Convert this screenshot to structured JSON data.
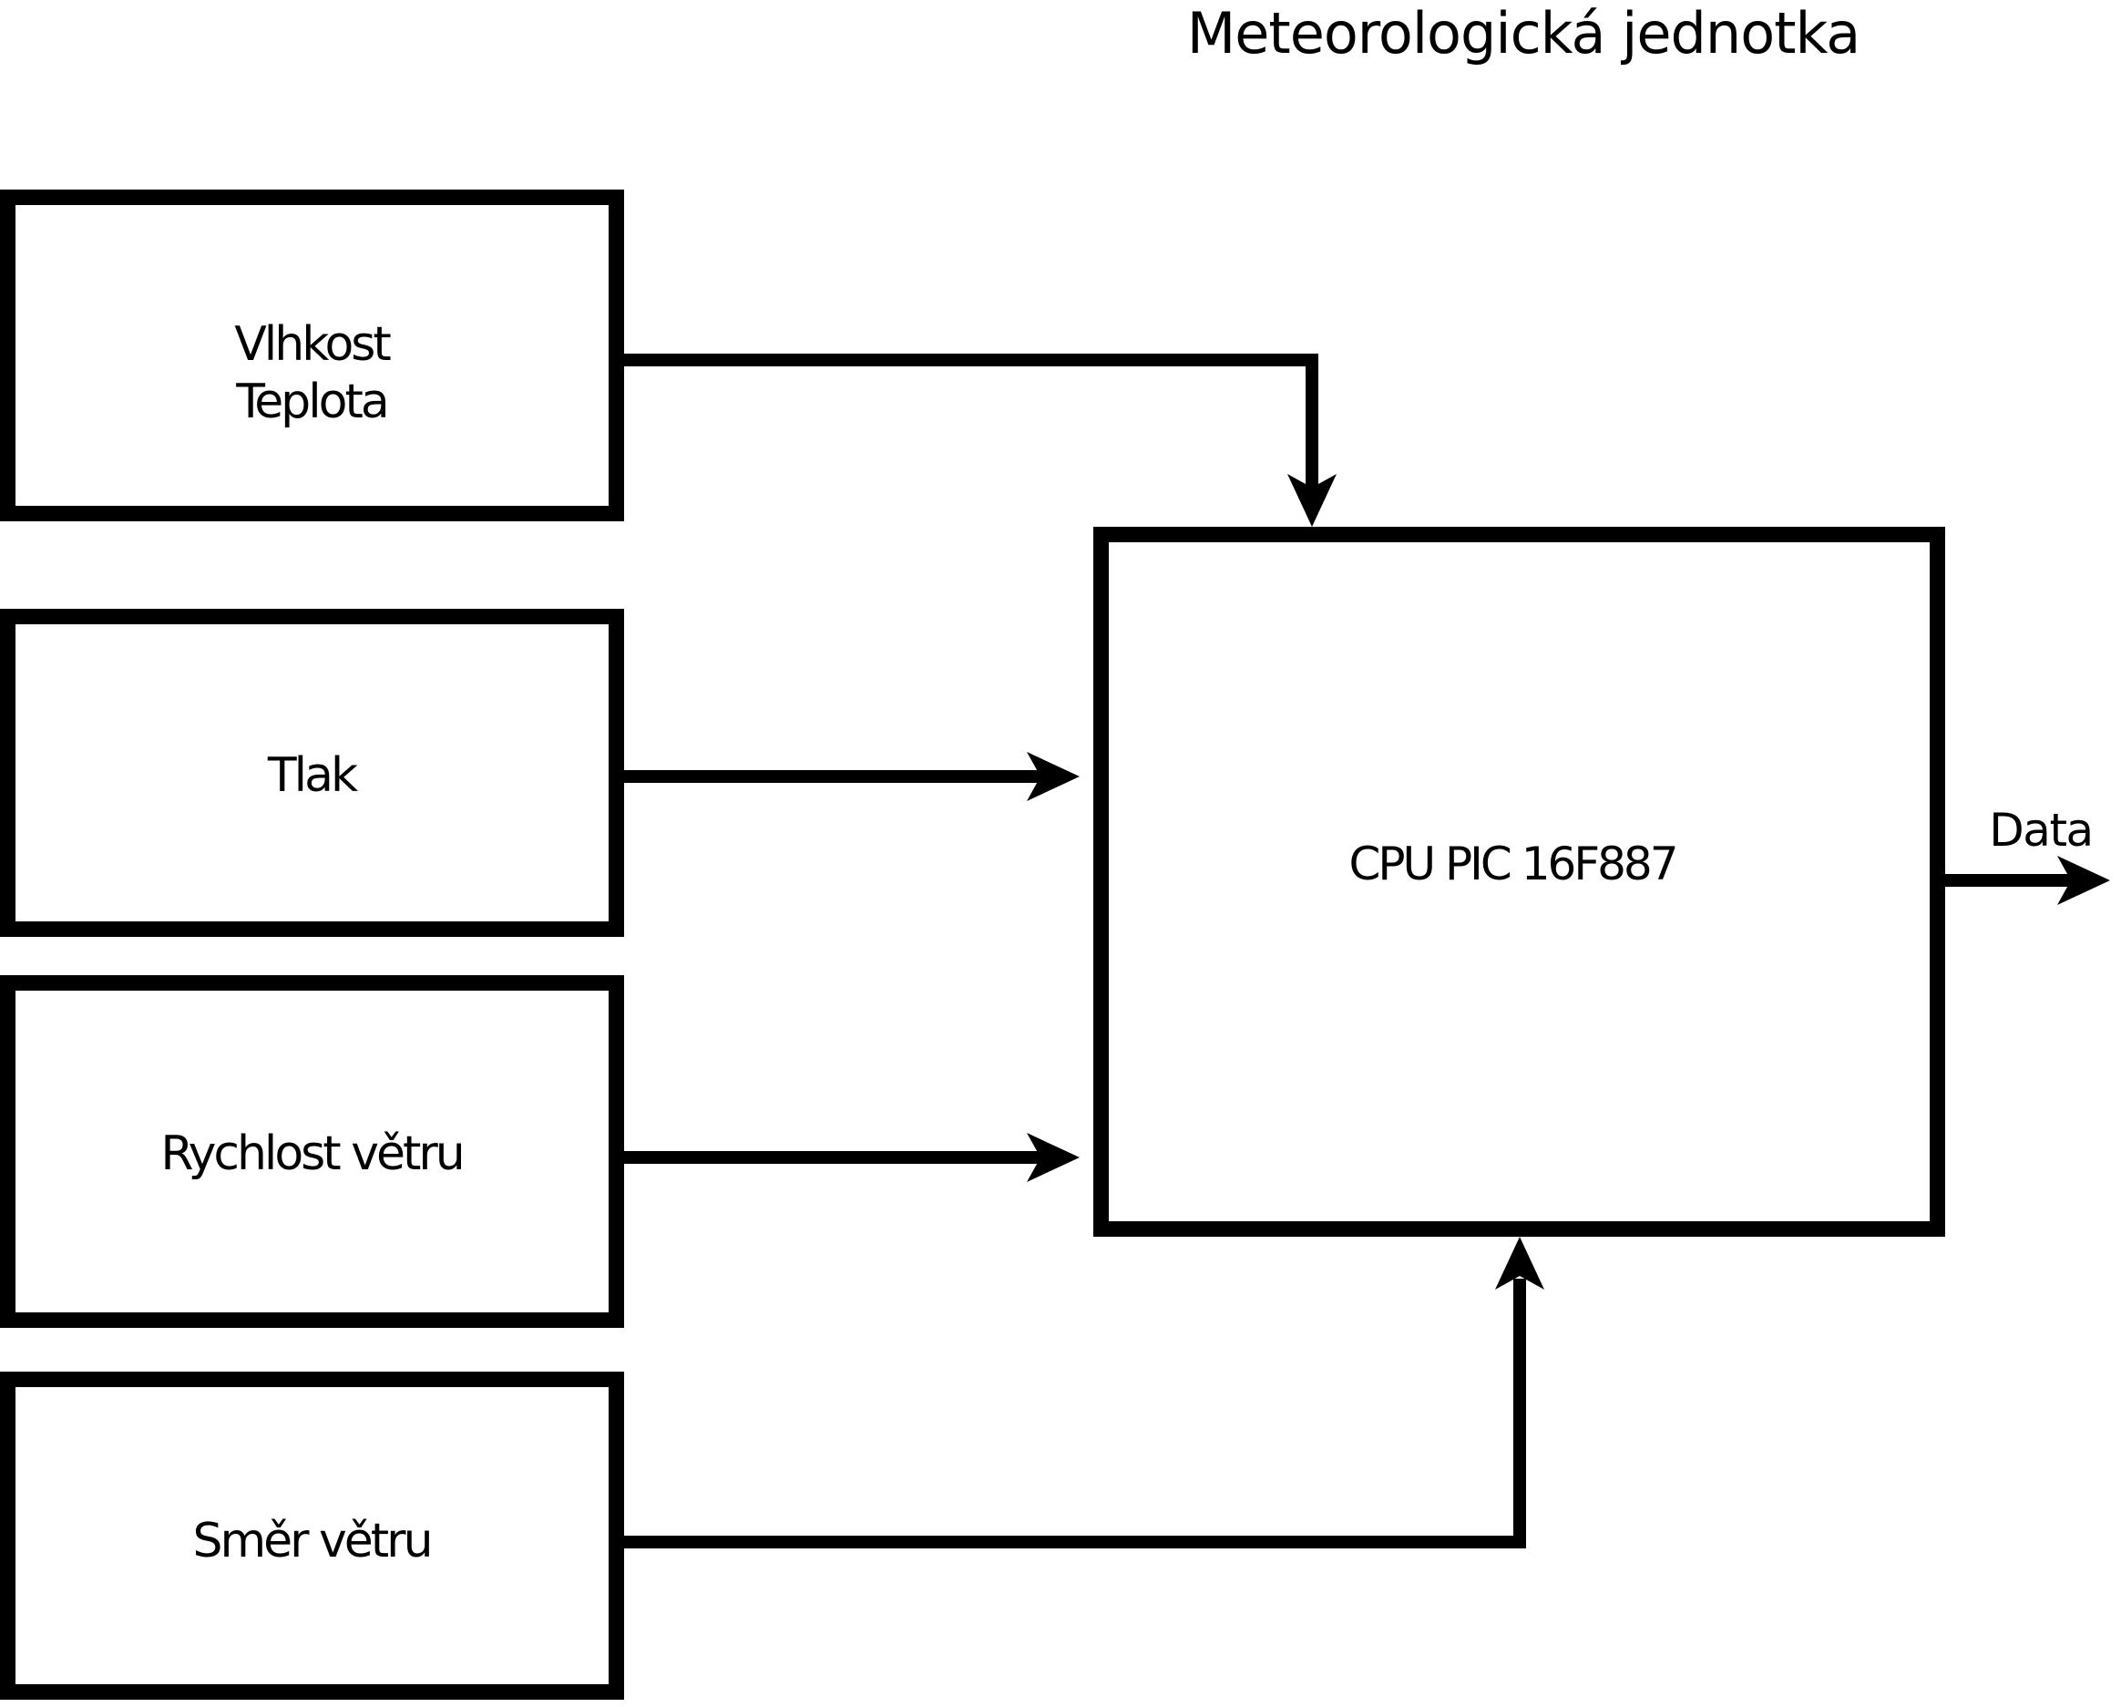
{
  "diagram": {
    "title": "Meteorologická jednotka",
    "boxes": [
      {
        "id": "humidity-temperature",
        "lines": [
          "Vlhkost",
          "Teplota"
        ]
      },
      {
        "id": "pressure",
        "lines": [
          "Tlak"
        ]
      },
      {
        "id": "wind-speed",
        "lines": [
          "Rychlost větru"
        ]
      },
      {
        "id": "wind-direction",
        "lines": [
          "Směr větru"
        ]
      }
    ],
    "cpu": {
      "label": "CPU PIC 16F887"
    },
    "output": {
      "label": "Data"
    },
    "colors": {
      "line": "#000000",
      "box_fill": "#ffffff",
      "background": "#ffffff"
    }
  }
}
